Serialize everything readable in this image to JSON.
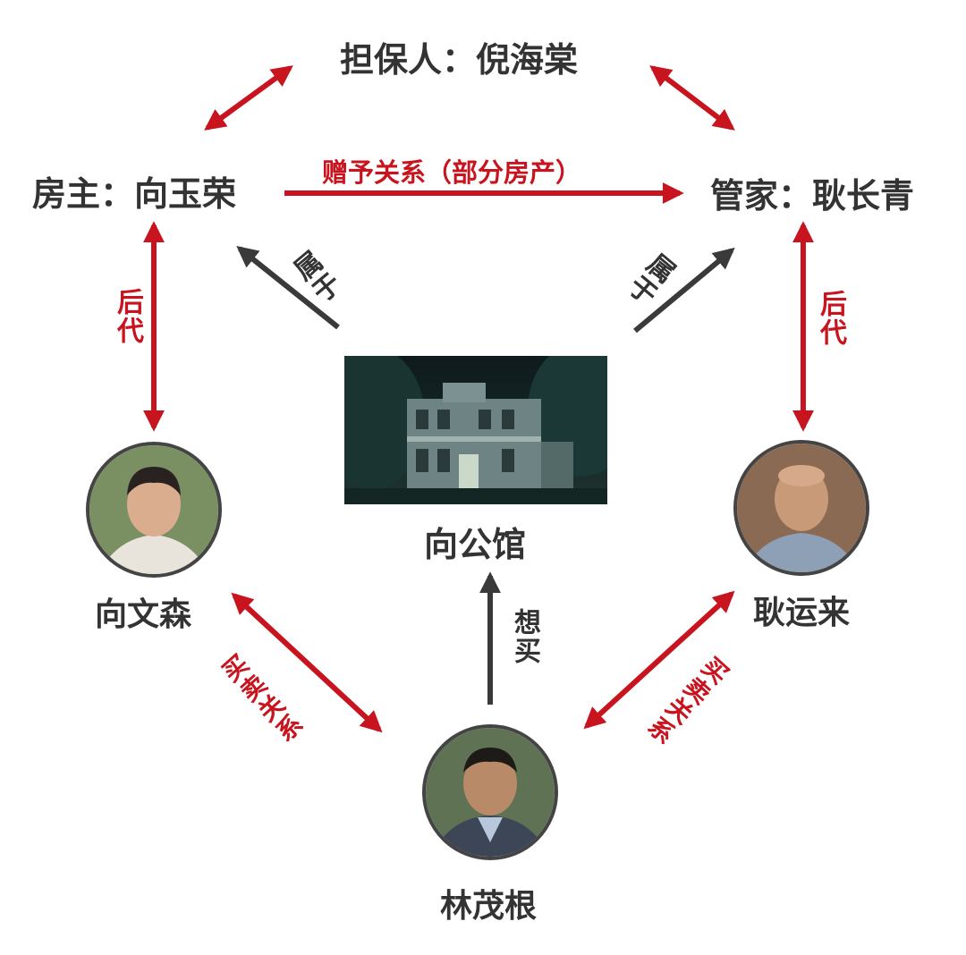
{
  "colors": {
    "red": "#c8141e",
    "dark": "#3a3a3a",
    "text": "#333333"
  },
  "nodes": {
    "guarantor": "担保人：倪海棠",
    "owner": "房主：向玉荣",
    "steward": "管家：耿长青",
    "mansion": "向公馆",
    "xiang_wensen": "向文森",
    "geng_yunlai": "耿运来",
    "lin_maogen": "林茂根"
  },
  "relations": {
    "gift": "赠予关系（部分房产）",
    "descendant_left": "后代",
    "descendant_right": "后代",
    "belongs_left": "属于",
    "belongs_right": "属于",
    "wants_to_buy": "想买",
    "trade_left": "买卖关系",
    "trade_right": "买卖关系"
  },
  "images": {
    "mansion": "mansion-photo",
    "xiang_wensen": "portrait-xiang-wensen",
    "geng_yunlai": "portrait-geng-yunlai",
    "lin_maogen": "portrait-lin-maogen"
  }
}
